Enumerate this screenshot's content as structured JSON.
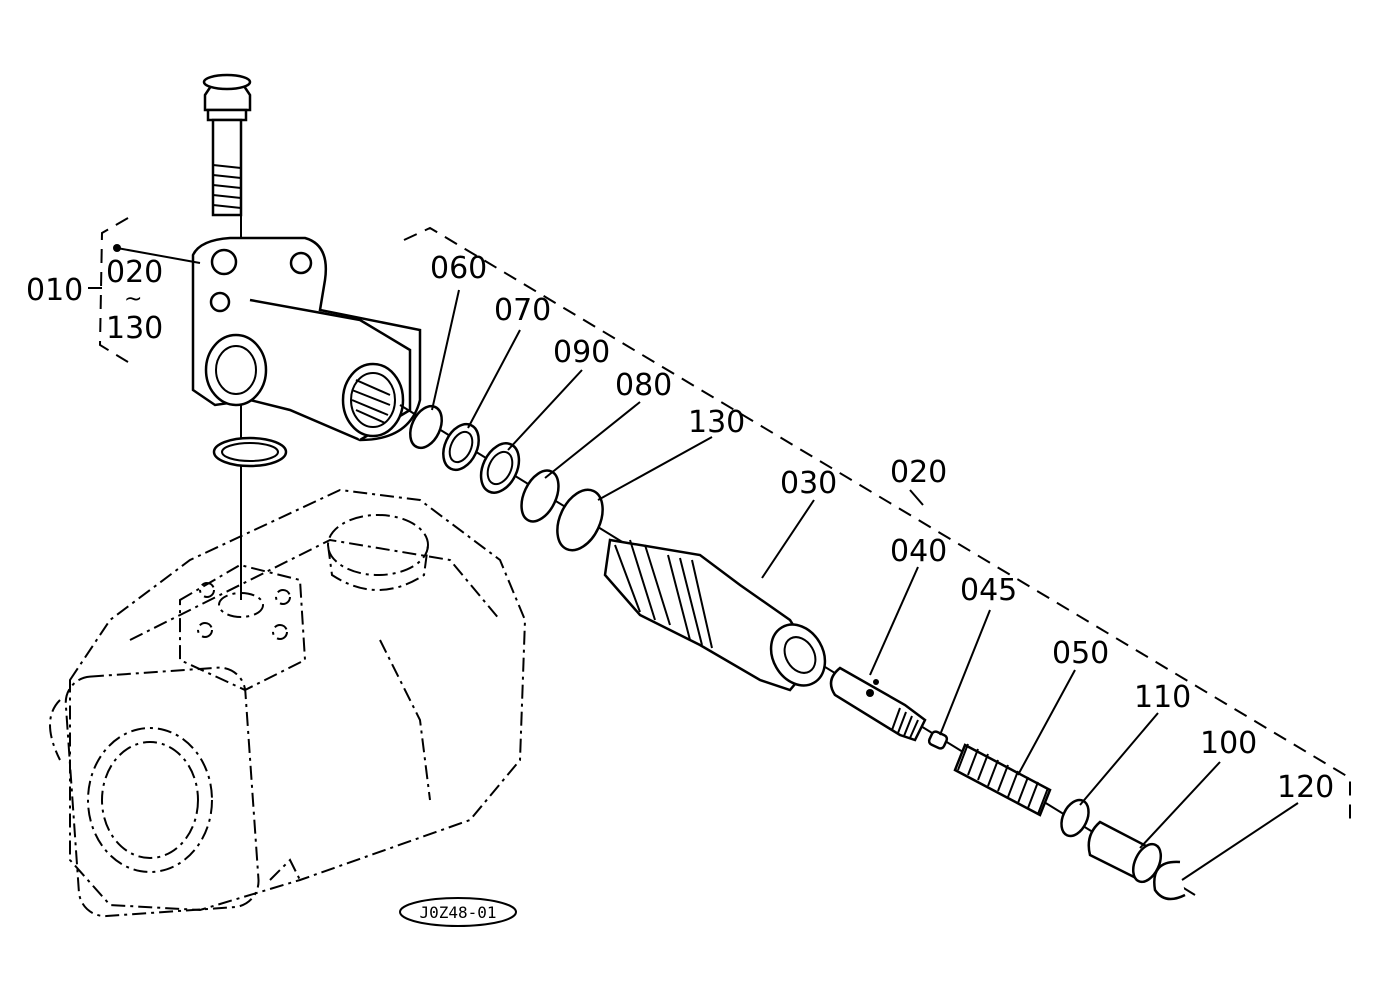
{
  "callouts": {
    "c010": "010",
    "c020_range_start": "020",
    "c020_range_sep": "~",
    "c020_range_end": "130",
    "c060": "060",
    "c070": "070",
    "c090": "090",
    "c080": "080",
    "c130": "130",
    "c030": "030",
    "c020": "020",
    "c040": "040",
    "c045": "045",
    "c050": "050",
    "c110": "110",
    "c100": "100",
    "c120": "120"
  },
  "drawing_code": "J0Z48-01"
}
